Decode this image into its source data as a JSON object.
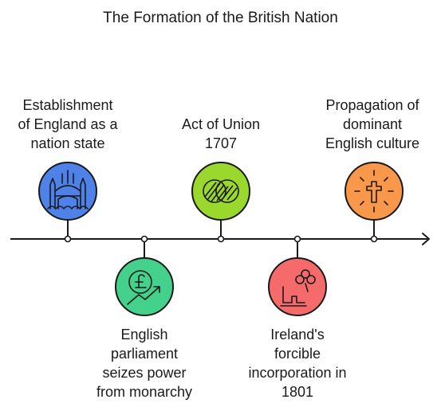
{
  "title": "The Formation of the British Nation",
  "events": [
    {
      "label": "Establishment\nof England as a\nnation state",
      "icon": "castle-icon",
      "color": "#4f82e8",
      "position": "above"
    },
    {
      "label": "English\nparliament\nseizes power\nfrom monarchy",
      "icon": "pound-growth-icon",
      "color": "#43d18b",
      "position": "below"
    },
    {
      "label": "Act of Union\n1707",
      "icon": "overlapping-circles-icon",
      "color": "#9ad82e",
      "position": "above"
    },
    {
      "label": "Ireland's\nforcible\nincorporation in\n1801",
      "icon": "shamrock-flag-icon",
      "color": "#f56b6b",
      "position": "below"
    },
    {
      "label": "Propagation of\ndominant\nEnglish culture",
      "icon": "cross-rays-icon",
      "color": "#f9974a",
      "position": "above"
    }
  ]
}
